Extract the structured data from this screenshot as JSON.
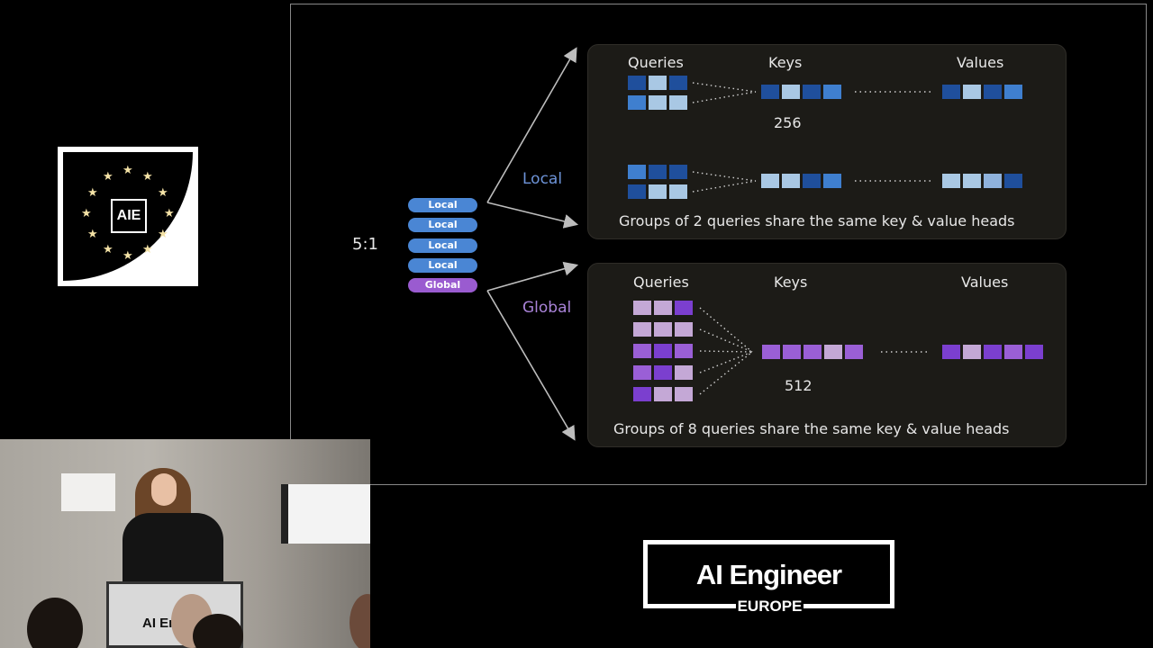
{
  "logo_left": {
    "text": "AIE"
  },
  "slide": {
    "ratio": "5:1",
    "layers": [
      "Local",
      "Local",
      "Local",
      "Local",
      "Global"
    ],
    "branch_local": "Local",
    "branch_global": "Global",
    "local_panel": {
      "col_queries": "Queries",
      "col_keys": "Keys",
      "col_values": "Values",
      "dim": "256",
      "caption": "Groups of 2 queries share the same key & value heads"
    },
    "global_panel": {
      "col_queries": "Queries",
      "col_keys": "Keys",
      "col_values": "Values",
      "dim": "512",
      "caption": "Groups of 8 queries share the same key & value heads"
    }
  },
  "video": {
    "podium_text": "AI En"
  },
  "logo_bottom": {
    "title": "AI Engineer",
    "subtitle": "EUROPE"
  },
  "colors": {
    "blue_dark": "#1f4f9c",
    "blue_mid": "#3f7fcf",
    "blue_light": "#a9c8e4",
    "purple_dark": "#7b3fcf",
    "purple_mid": "#9a5fd6",
    "purple_light": "#c4a8d6",
    "local_text": "#6d93d8",
    "global_text": "#a983d8"
  }
}
